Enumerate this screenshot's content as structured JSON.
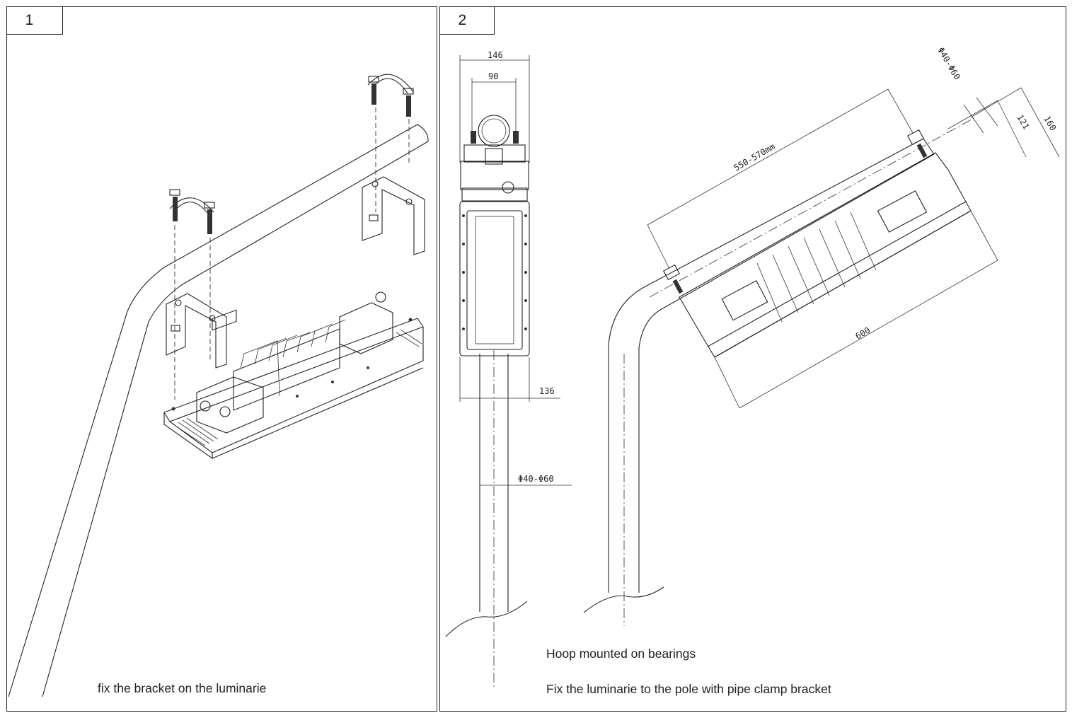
{
  "panels": [
    {
      "step": "1",
      "captions": [
        "fix the bracket on the luminarie"
      ]
    },
    {
      "step": "2",
      "captions": [
        "Hoop mounted on bearings",
        "Fix the luminarie to the pole with pipe clamp bracket"
      ]
    }
  ],
  "front_view": {
    "dim_overall_width": "146",
    "dim_clamp_width": "90",
    "dim_body_width": "136",
    "dim_pole_diameter": "Φ40-Φ60"
  },
  "side_view": {
    "dim_pole_range": "550-570mm",
    "dim_pole_diameter": "Φ40-Φ60",
    "dim_height_a": "121",
    "dim_height_b": "160",
    "dim_length": "600"
  }
}
